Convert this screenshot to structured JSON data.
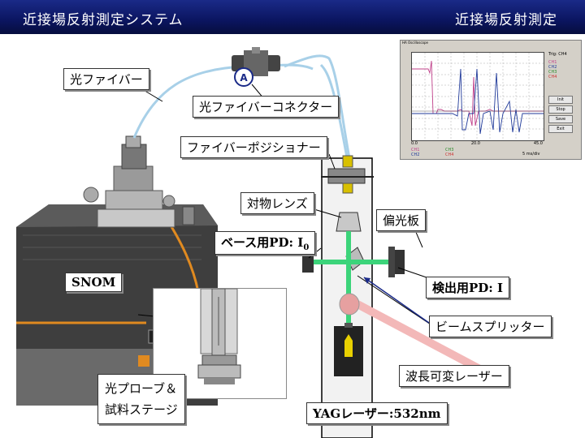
{
  "header": {
    "left_title": "近接場反射測定システム",
    "right_title": "近接場反射測定"
  },
  "labels": {
    "optical_fiber": "光ファイバー",
    "fiber_connector": "光ファイバーコネクター",
    "fiber_positioner": "ファイバーポジショナー",
    "objective_lens": "対物レンズ",
    "polarizer": "偏光板",
    "base_pd": "ベース用PD: I",
    "base_pd_sub": "0",
    "detect_pd": "検出用PD: I",
    "beam_splitter": "ビームスプリッター",
    "tunable_laser": "波長可変レーザー",
    "yag_laser": "YAGレーザー:532nm",
    "snom": "SNOM",
    "probe_line1": "光プローブ＆",
    "probe_line2": "試料ステージ",
    "connector_badge": "A"
  },
  "oscilloscope": {
    "title": "HA Oscilloscope",
    "trig": "Trig: CH4",
    "channels": [
      "CH1",
      "CH2",
      "CH3",
      "CH4"
    ],
    "x_ticks": [
      "0.0",
      "20.0",
      "45.0"
    ],
    "buttons": [
      "Init",
      "Stop",
      "Save",
      "Exit"
    ],
    "bottom_value": "5",
    "bottom_unit": "ms/div",
    "colors": {
      "ch1": "#c0408a",
      "ch2": "#203a9a",
      "ch3": "#2a8a2a",
      "ch4": "#cc3333"
    }
  },
  "colors": {
    "header": "#0b1560",
    "beam_green": "#3cd47a",
    "beam_red": "#e98a8a",
    "fiber": "#a8d0e8",
    "snom_body": "#4a4a4a",
    "stripe": "#e08a20"
  }
}
